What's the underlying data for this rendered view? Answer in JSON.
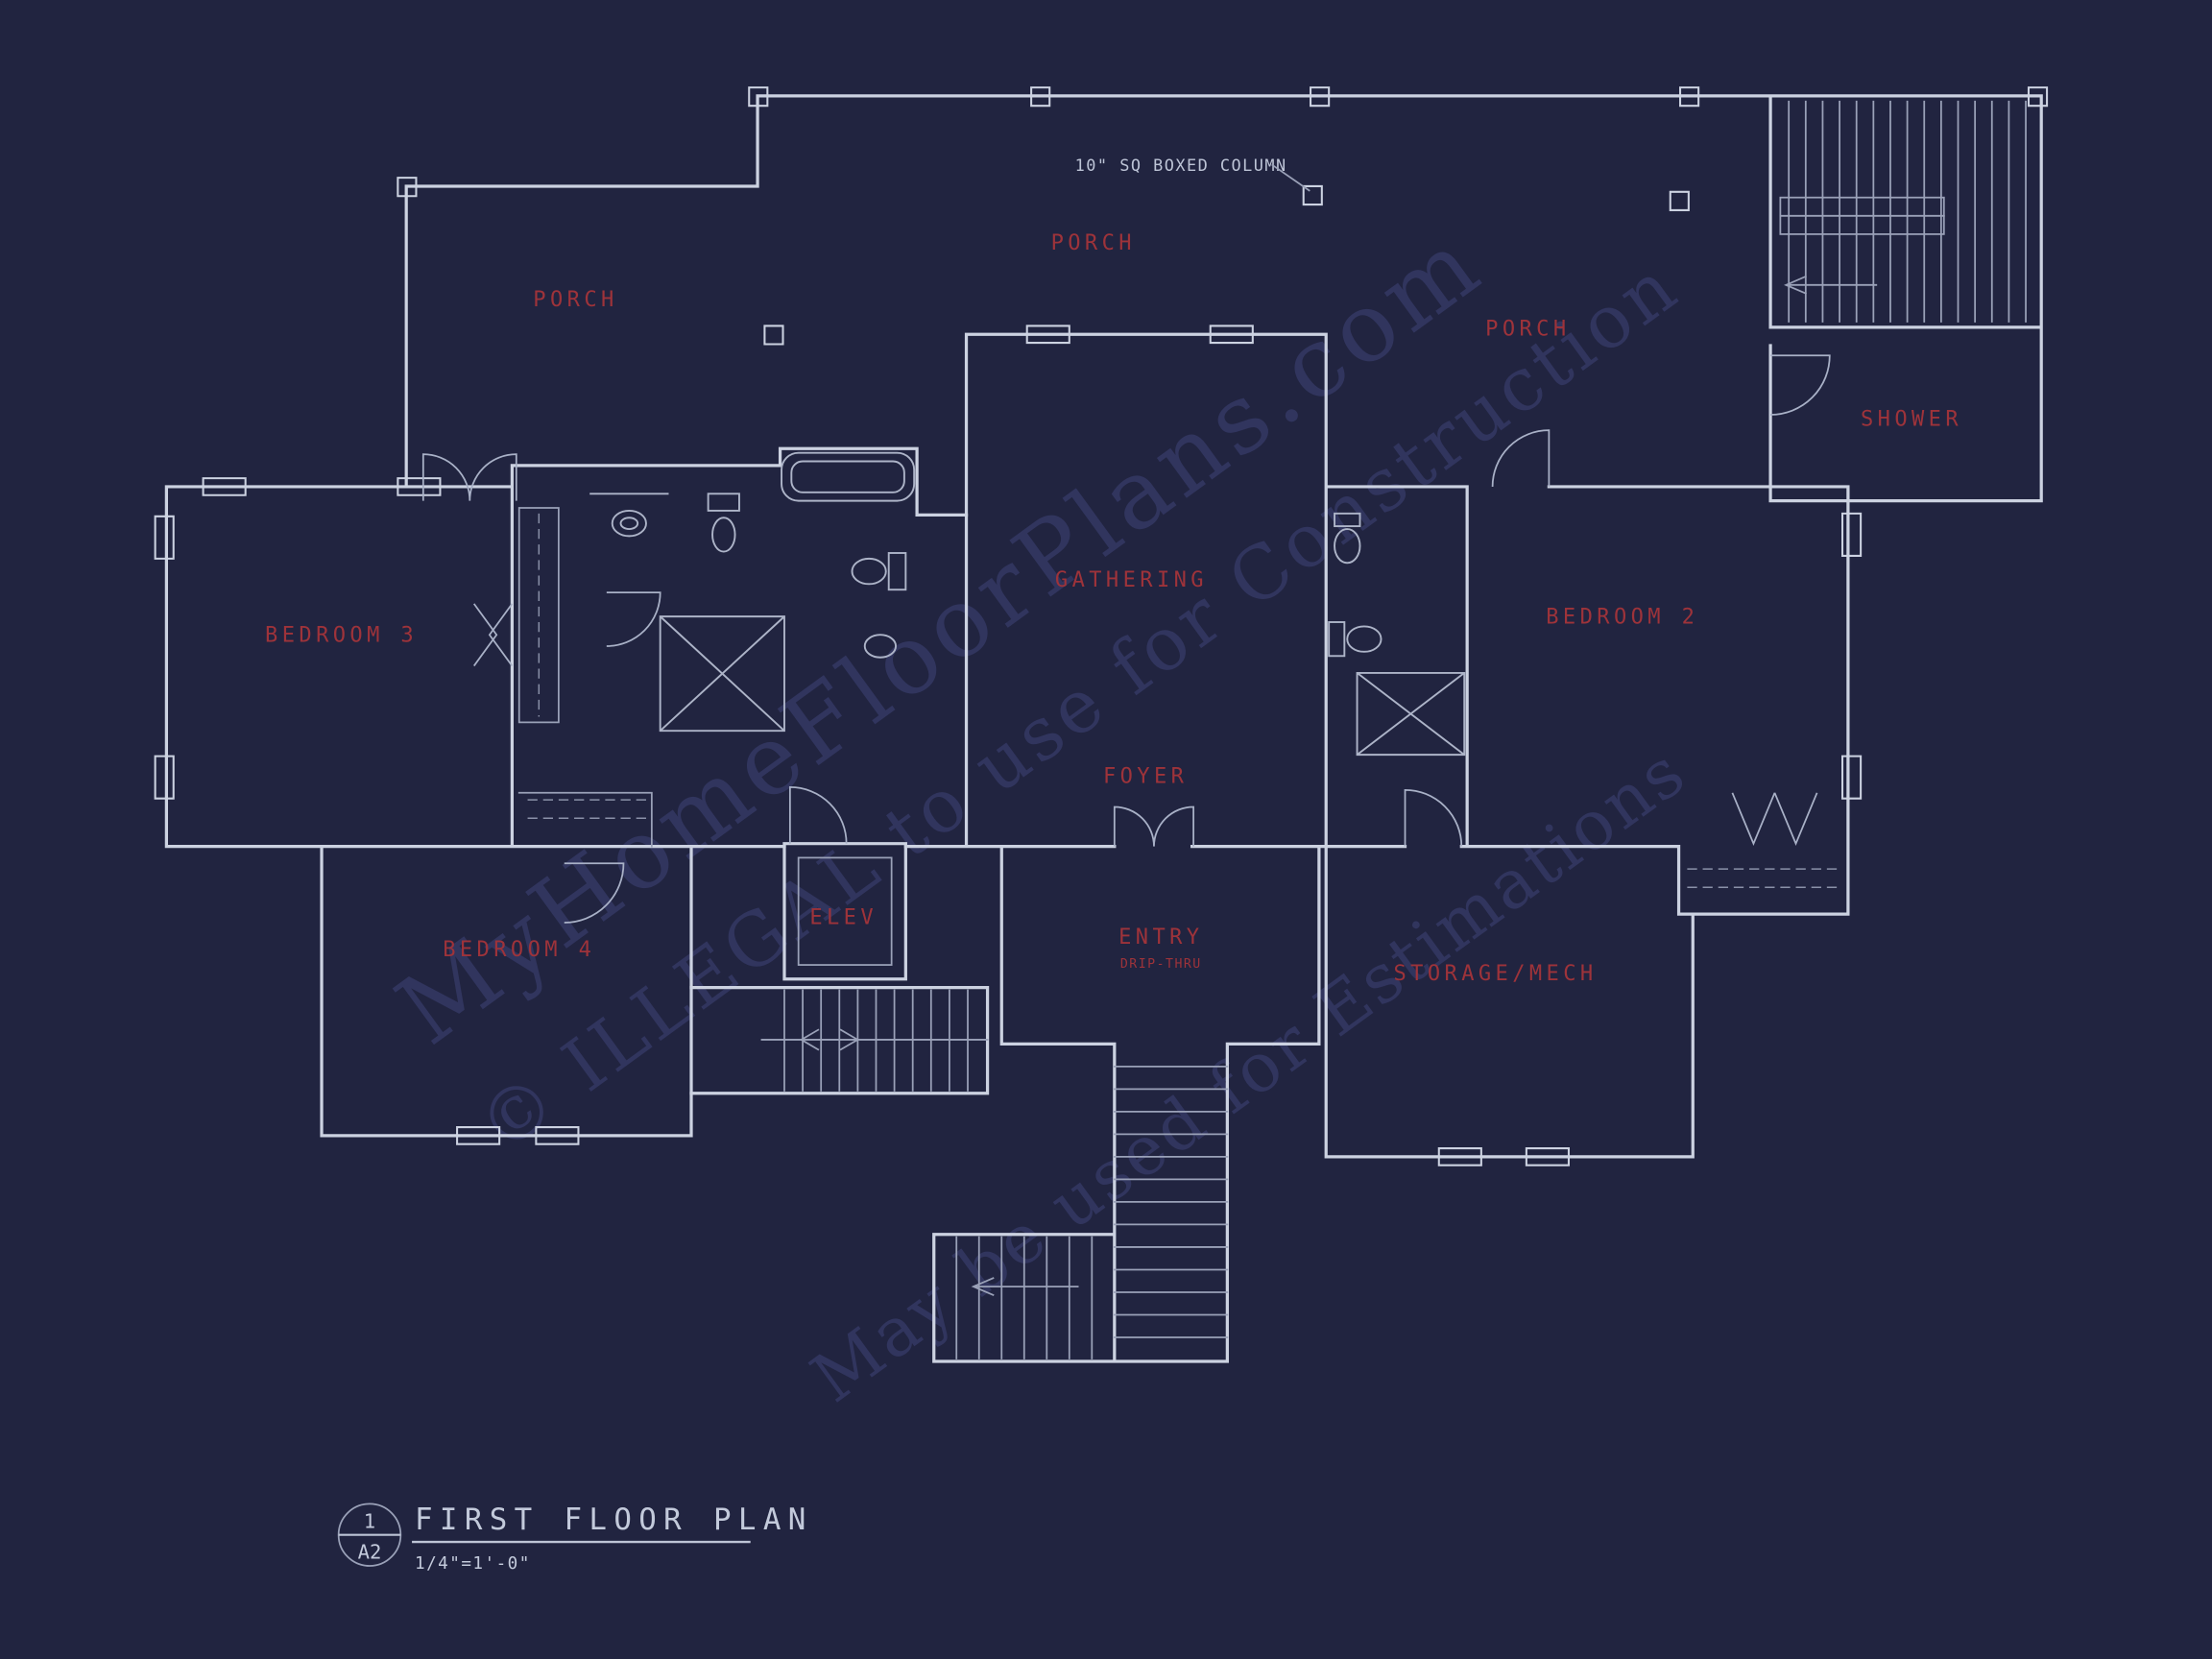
{
  "canvas": {
    "background": "#212440",
    "wall_color": "#ccd2e1",
    "detail_color": "#9aa1b8",
    "label_color": "#9e333a",
    "title_color": "#c3cadb",
    "watermark_color": "#31355e"
  },
  "rooms": {
    "porch_left": "PORCH",
    "porch_top": "PORCH",
    "porch_right": "PORCH",
    "shower": "SHOWER",
    "gathering": "GATHERING",
    "bedroom3": "BEDROOM 3",
    "bedroom2": "BEDROOM 2",
    "foyer": "FOYER",
    "bedroom4": "BEDROOM 4",
    "elev": "ELEV",
    "entry": "ENTRY",
    "entry_sub": "DRIP-THRU",
    "storage": "STORAGE/MECH"
  },
  "annotations": {
    "boxed_column": "10\" SQ BOXED COLUMN"
  },
  "title_block": {
    "detail_number": "1",
    "sheet": "A2",
    "title": "FIRST FLOOR PLAN",
    "scale": "1/4\"=1'-0\""
  },
  "watermark": {
    "line1": "MyHomeFloorPlans.com",
    "line2": "© ILLEGAL to use for Construction",
    "line3": "May be used for Estimations"
  }
}
